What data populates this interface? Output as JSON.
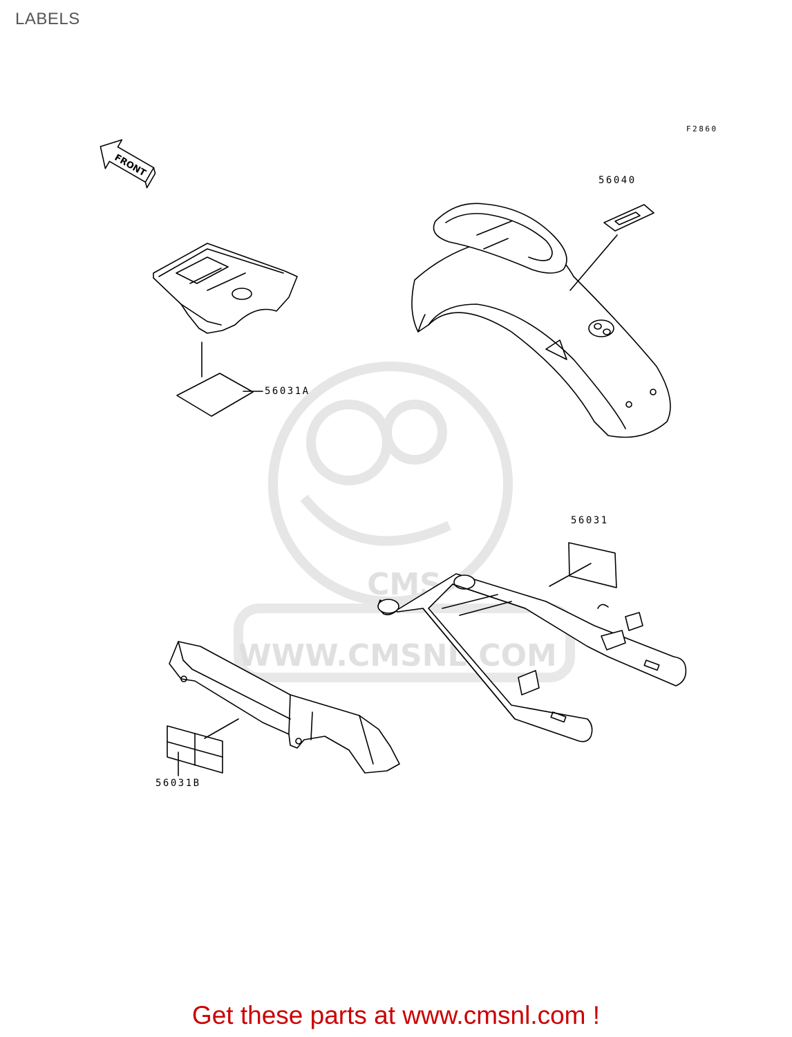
{
  "page": {
    "title": "LABELS"
  },
  "diagram": {
    "figure_code": "F2860",
    "front_arrow": "FRONT",
    "parts": [
      {
        "id": "56040",
        "label": "56040"
      },
      {
        "id": "56031A",
        "label": "56031A"
      },
      {
        "id": "56031",
        "label": "56031"
      },
      {
        "id": "56031B",
        "label": "56031B"
      }
    ]
  },
  "watermark": {
    "text": "WWW.CMSNL.COM",
    "letters": "CMS"
  },
  "footer": {
    "text": "Get these parts at www.cmsnl.com !",
    "color": "#cc0000"
  }
}
